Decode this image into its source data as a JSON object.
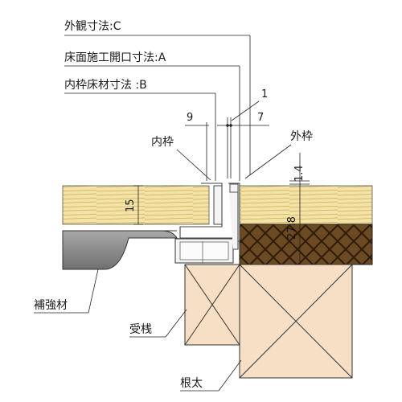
{
  "labels": {
    "outer_dim": "外観寸法:C",
    "floor_opening_dim": "床面施工開口寸法:A",
    "inner_frame_floor_dim": "内枠床材寸法 :B",
    "inner_frame": "内枠",
    "outer_frame": "外枠",
    "reinforcement": "補強材",
    "support_beam": "受桟",
    "joist": "根太"
  },
  "dimensions": {
    "d1": "1",
    "d9": "9",
    "d7": "7",
    "d14": "1.4",
    "d15": "15",
    "d278": "27.8"
  },
  "colors": {
    "floorboard": "#f3e3a6",
    "floorboard_grain": "#c9a95a",
    "subfloor": "#6b4a23",
    "subfloor_hatch": "#2e1c08",
    "timber": "#f6dfc4",
    "reinforcement": "#8c8c8c",
    "frame_metal": "#f4f4f4",
    "line": "#222222"
  }
}
